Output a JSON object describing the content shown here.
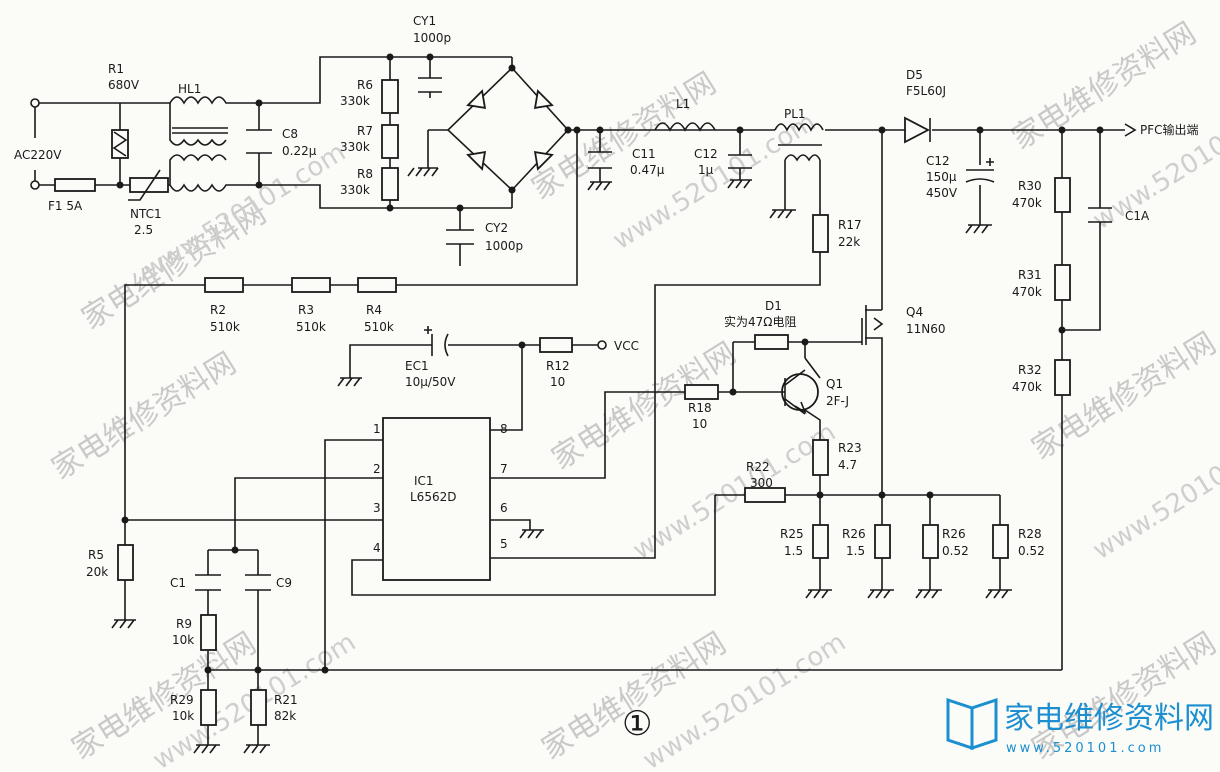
{
  "ac": {
    "label": "AC220V",
    "fuse": "F1  5A",
    "r1_ref": "R1",
    "r1_val": "680V",
    "ntc_ref": "NTC1",
    "ntc_val": "2.5"
  },
  "filter": {
    "hl1": "HL1",
    "c8_ref": "C8",
    "c8_val": "0.22μ"
  },
  "divider": {
    "r6_ref": "R6",
    "r6_val": "330k",
    "r7_ref": "R7",
    "r7_val": "330k",
    "r8_ref": "R8",
    "r8_val": "330k"
  },
  "caps": {
    "cy1_ref": "CY1",
    "cy1_val": "1000p",
    "cy2_ref": "CY2",
    "cy2_val": "1000p",
    "c11_ref": "C11",
    "c11_val": "0.47μ",
    "c12_ref": "C12",
    "c12_val": "1μ",
    "c12b_ref": "C12",
    "c12b_val1": "150μ",
    "c12b_val2": "450V",
    "c1a_ref": "C1A",
    "ec1_ref": "EC1",
    "ec1_val": "10μ/50V",
    "c1_ref": "C1",
    "c9_ref": "C9"
  },
  "inductors": {
    "l1": "L1",
    "pl1": "PL1"
  },
  "diode": {
    "d5_ref": "D5",
    "d5_val": "F5L60J",
    "d1_ref": "D1",
    "d1_note": "实为47Ω电阻"
  },
  "output": {
    "label": "PFC输出端"
  },
  "resistors": {
    "r2": [
      "R2",
      "510k"
    ],
    "r3": [
      "R3",
      "510k"
    ],
    "r4": [
      "R4",
      "510k"
    ],
    "r12": [
      "R12",
      "10"
    ],
    "r17": [
      "R17",
      "22k"
    ],
    "r18": [
      "R18",
      "10"
    ],
    "r22": [
      "R22",
      "300"
    ],
    "r23": [
      "R23",
      "4.7"
    ],
    "r25": [
      "R25",
      "1.5"
    ],
    "r26a": [
      "R26",
      "1.5"
    ],
    "r26b": [
      "R26",
      "0.52"
    ],
    "r28": [
      "R28",
      "0.52"
    ],
    "r30": [
      "R30",
      "470k"
    ],
    "r31": [
      "R31",
      "470k"
    ],
    "r32": [
      "R32",
      "470k"
    ],
    "r5": [
      "R5",
      "20k"
    ],
    "r9": [
      "R9",
      "10k"
    ],
    "r29": [
      "R29",
      "10k"
    ],
    "r21": [
      "R21",
      "82k"
    ]
  },
  "ic": {
    "ref": "IC1",
    "part": "L6562D",
    "pins": [
      "1",
      "2",
      "3",
      "4",
      "5",
      "6",
      "7",
      "8"
    ]
  },
  "transistors": {
    "q4_ref": "Q4",
    "q4_val": "11N60",
    "q1_ref": "Q1",
    "q1_val": "2F-J"
  },
  "vcc": "VCC",
  "figure_number": "①",
  "watermarks": [
    "家电维修资料网",
    "www.520101.com"
  ],
  "logo": {
    "text": "家电维修资料网",
    "url": "www.520101.com",
    "color": "#1b8fd0"
  }
}
